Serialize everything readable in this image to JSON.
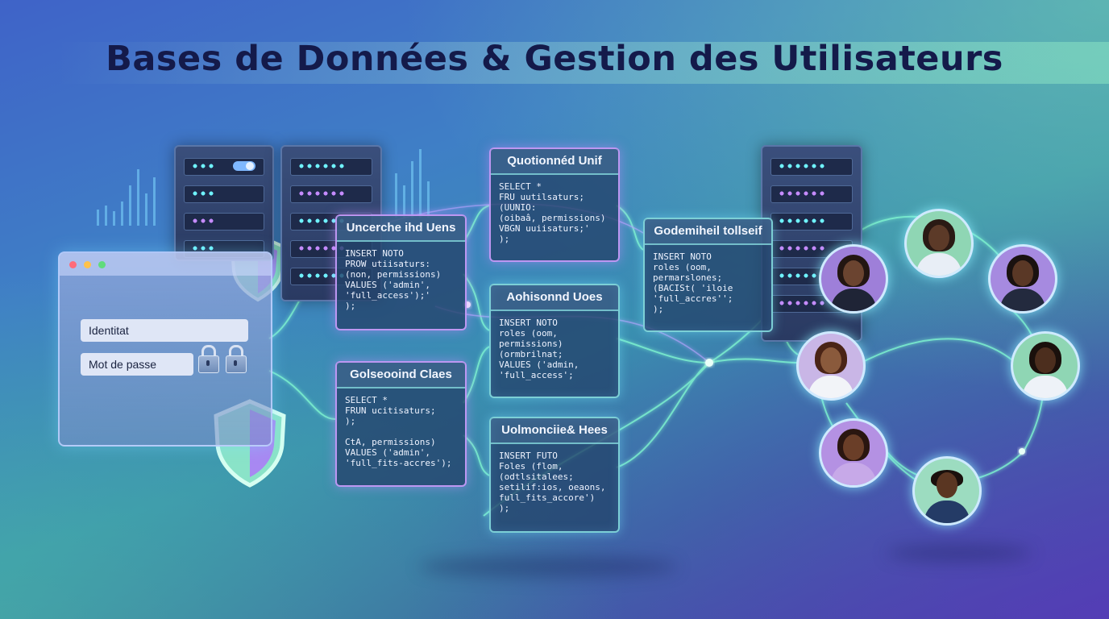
{
  "title": "Bases de Données & Gestion des Utilisateurs",
  "login_form": {
    "identity_field": "Identitat",
    "password_field": "Mot de passe"
  },
  "panels": [
    {
      "title": "Quotionnéd Unif",
      "code": "SELECT *\nFRU uutilsaturs;\n(UUNIO:\n(oibaâ, permissions)\nVBGN uuiisaturs;'\n);"
    },
    {
      "title": "Uncerche ihd Uens",
      "code": "INSERT NOTO\nPROW utiisaturs:\n(non, permissions)\nVALUES ('admin',\n'full_access');'\n);"
    },
    {
      "title": "Aohisonnd Uoes",
      "code": "INSERT NOTO\nroles (oom,\npermissions)\n(ormbrilnat;\nVALUES ('admin,\n'full_access';"
    },
    {
      "title": "Godemiheil tollseif",
      "code": "INSERT NOTO\nroles (oom,\npermarslones;\n(BACISt( 'iloie\n'full_accres'';\n);"
    },
    {
      "title": "Golseooind Claes",
      "code": "SELECT *\nFRUN ucitisaturs;\n);\n\nCtA, permissions)\nVALUES ('admin',\n'full_fits-accres');"
    },
    {
      "title": "Uolmonciie& Hees",
      "code": "INSERT FUTO\nFoles (flom,\n(odtlsitalees;\nsetilif:ios, oeaons,\nfull_fits_accore')\n);"
    }
  ],
  "colors": {
    "title": "#141a4a",
    "panel_border": "#8ce6e6",
    "accent_violet": "#cda0ff",
    "network_line": "#7ff5d0"
  }
}
